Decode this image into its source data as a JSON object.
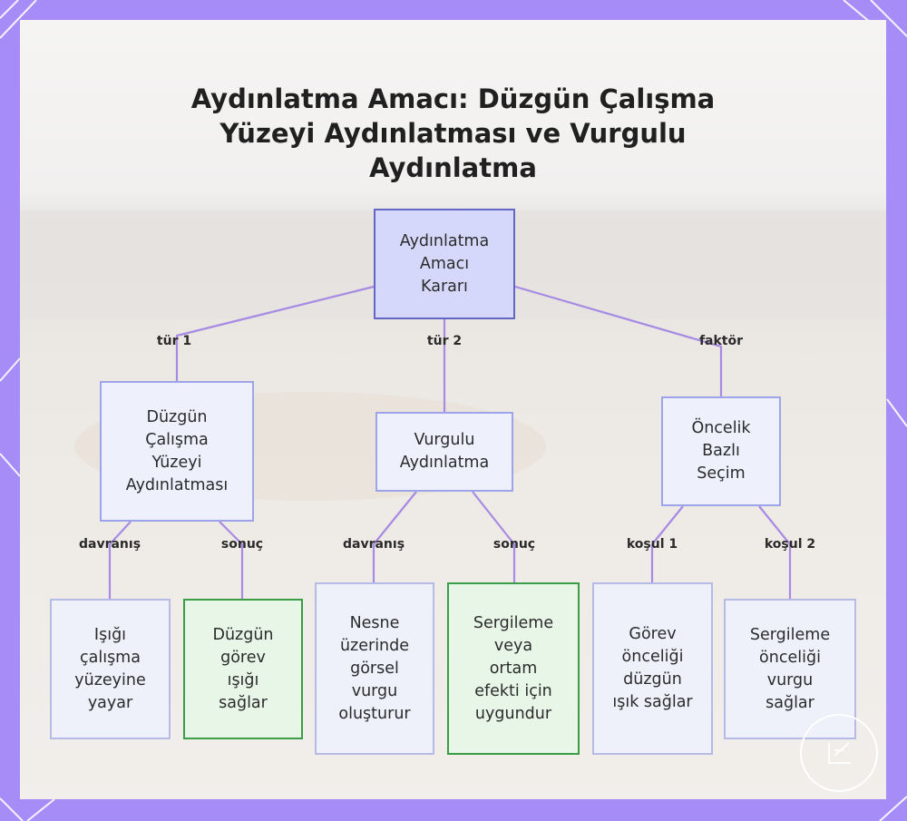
{
  "diagram": {
    "title_lines": [
      "Aydınlatma Amacı: Düzgün Çalışma",
      "Yüzeyi Aydınlatması ve Vurgulu",
      "Aydınlatma"
    ],
    "nodes": {
      "root": "Aydınlatma\nAmacı\nKararı",
      "uniform": "Düzgün\nÇalışma\nYüzeyi\nAydınlatması",
      "accent": "Vurgulu\nAydınlatma",
      "priority": "Öncelik\nBazlı\nSeçim",
      "spread": "Işığı\nçalışma\nyüzeyine\nyayar",
      "uniform_result": "Düzgün\ngörev\nışığı\nsağlar",
      "emphasis": "Nesne\nüzerinde\ngörsel\nvurgu\noluşturur",
      "accent_result": "Sergileme\nveya\nortam\nefekti için\nuygundur",
      "task_priority": "Görev\nönceliği\ndüzgün\nışık sağlar",
      "display_priority": "Sergileme\nönceliği\nvurgu\nsağlar"
    },
    "edge_labels": {
      "type1": "tür 1",
      "type2": "tür 2",
      "factor": "faktör",
      "behavior1": "davranış",
      "result1": "sonuç",
      "behavior2": "davranış",
      "result2": "sonuç",
      "condition1": "koşul 1",
      "condition2": "koşul 2"
    },
    "colors": {
      "edge": "#a78ae4",
      "root_fill": "#d6d8fb",
      "result_border": "#3a9e46",
      "frame": "#a58cf7"
    }
  }
}
